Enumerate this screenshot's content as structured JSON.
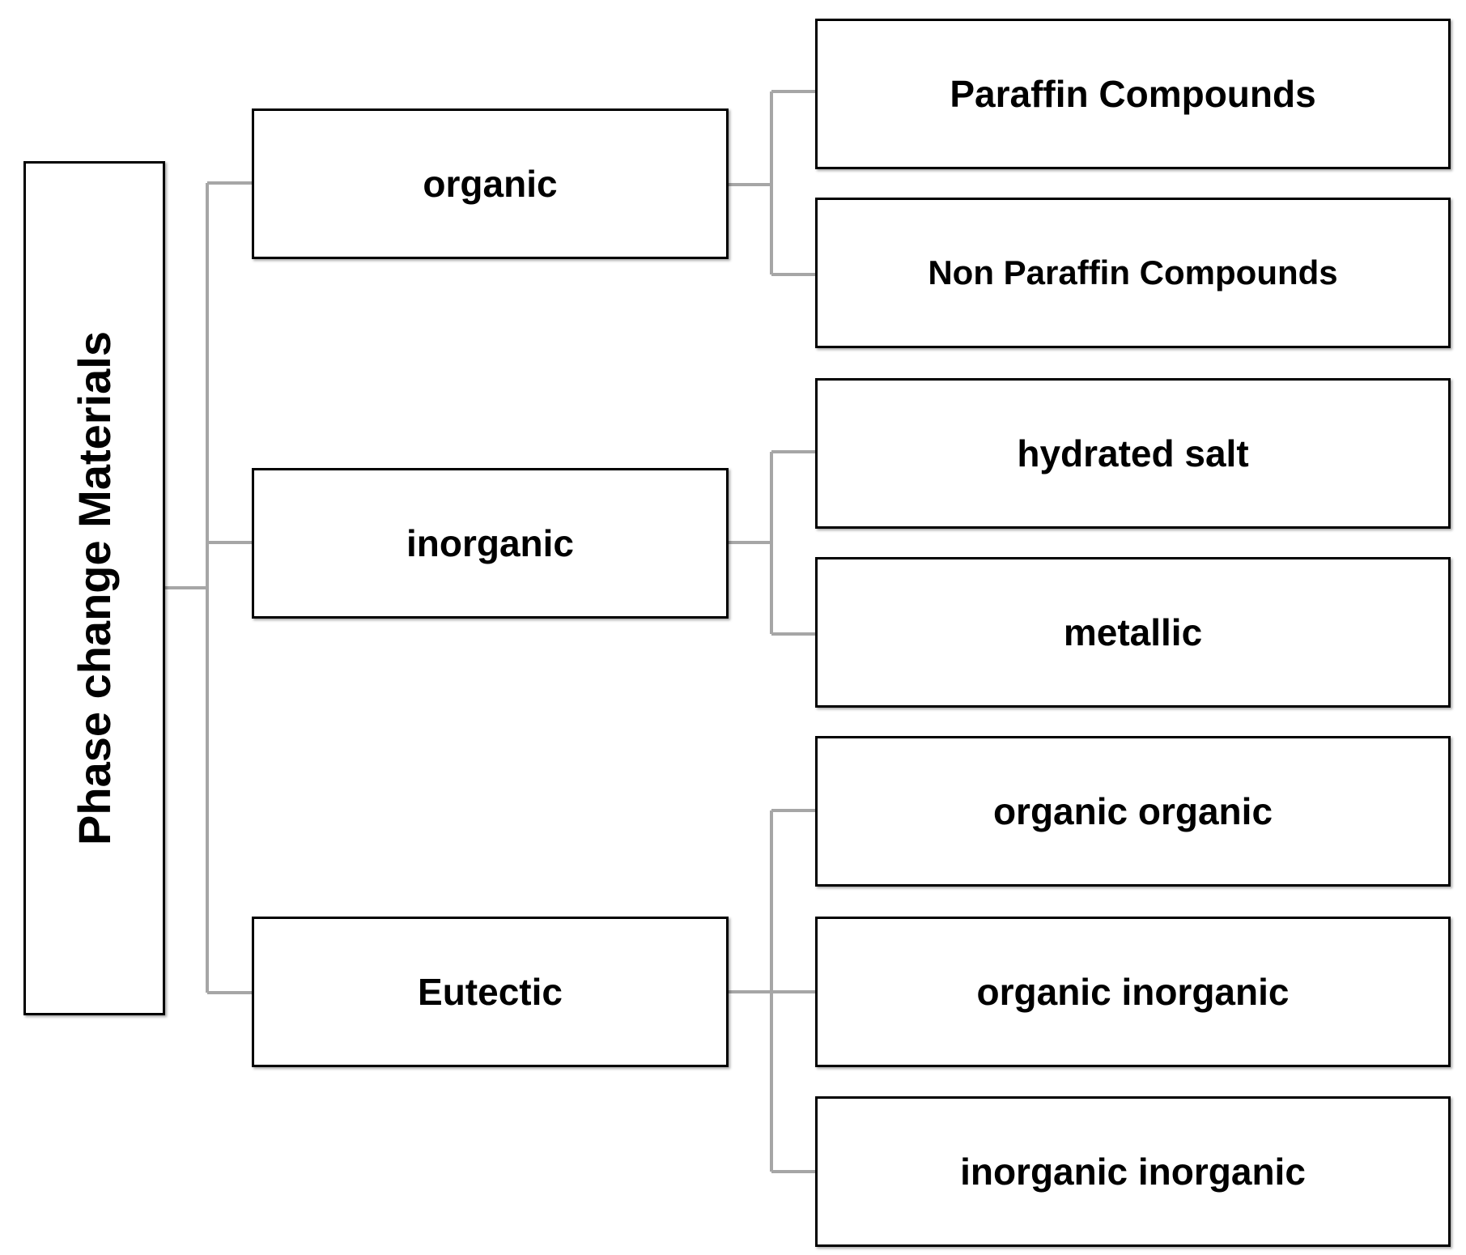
{
  "diagram": {
    "root": {
      "label": "Phase change Materials"
    },
    "categories": [
      {
        "label": "organic",
        "children": [
          {
            "label": "Paraffin Compounds"
          },
          {
            "label": "Non Paraffin Compounds"
          }
        ]
      },
      {
        "label": "inorganic",
        "children": [
          {
            "label": "hydrated salt"
          },
          {
            "label": "metallic"
          }
        ]
      },
      {
        "label": "Eutectic",
        "children": [
          {
            "label": "organic organic"
          },
          {
            "label": "organic inorganic"
          },
          {
            "label": "inorganic inorganic"
          }
        ]
      }
    ],
    "colors": {
      "box_border": "#000000",
      "connector": "#a6a6a6",
      "background": "#ffffff"
    }
  }
}
